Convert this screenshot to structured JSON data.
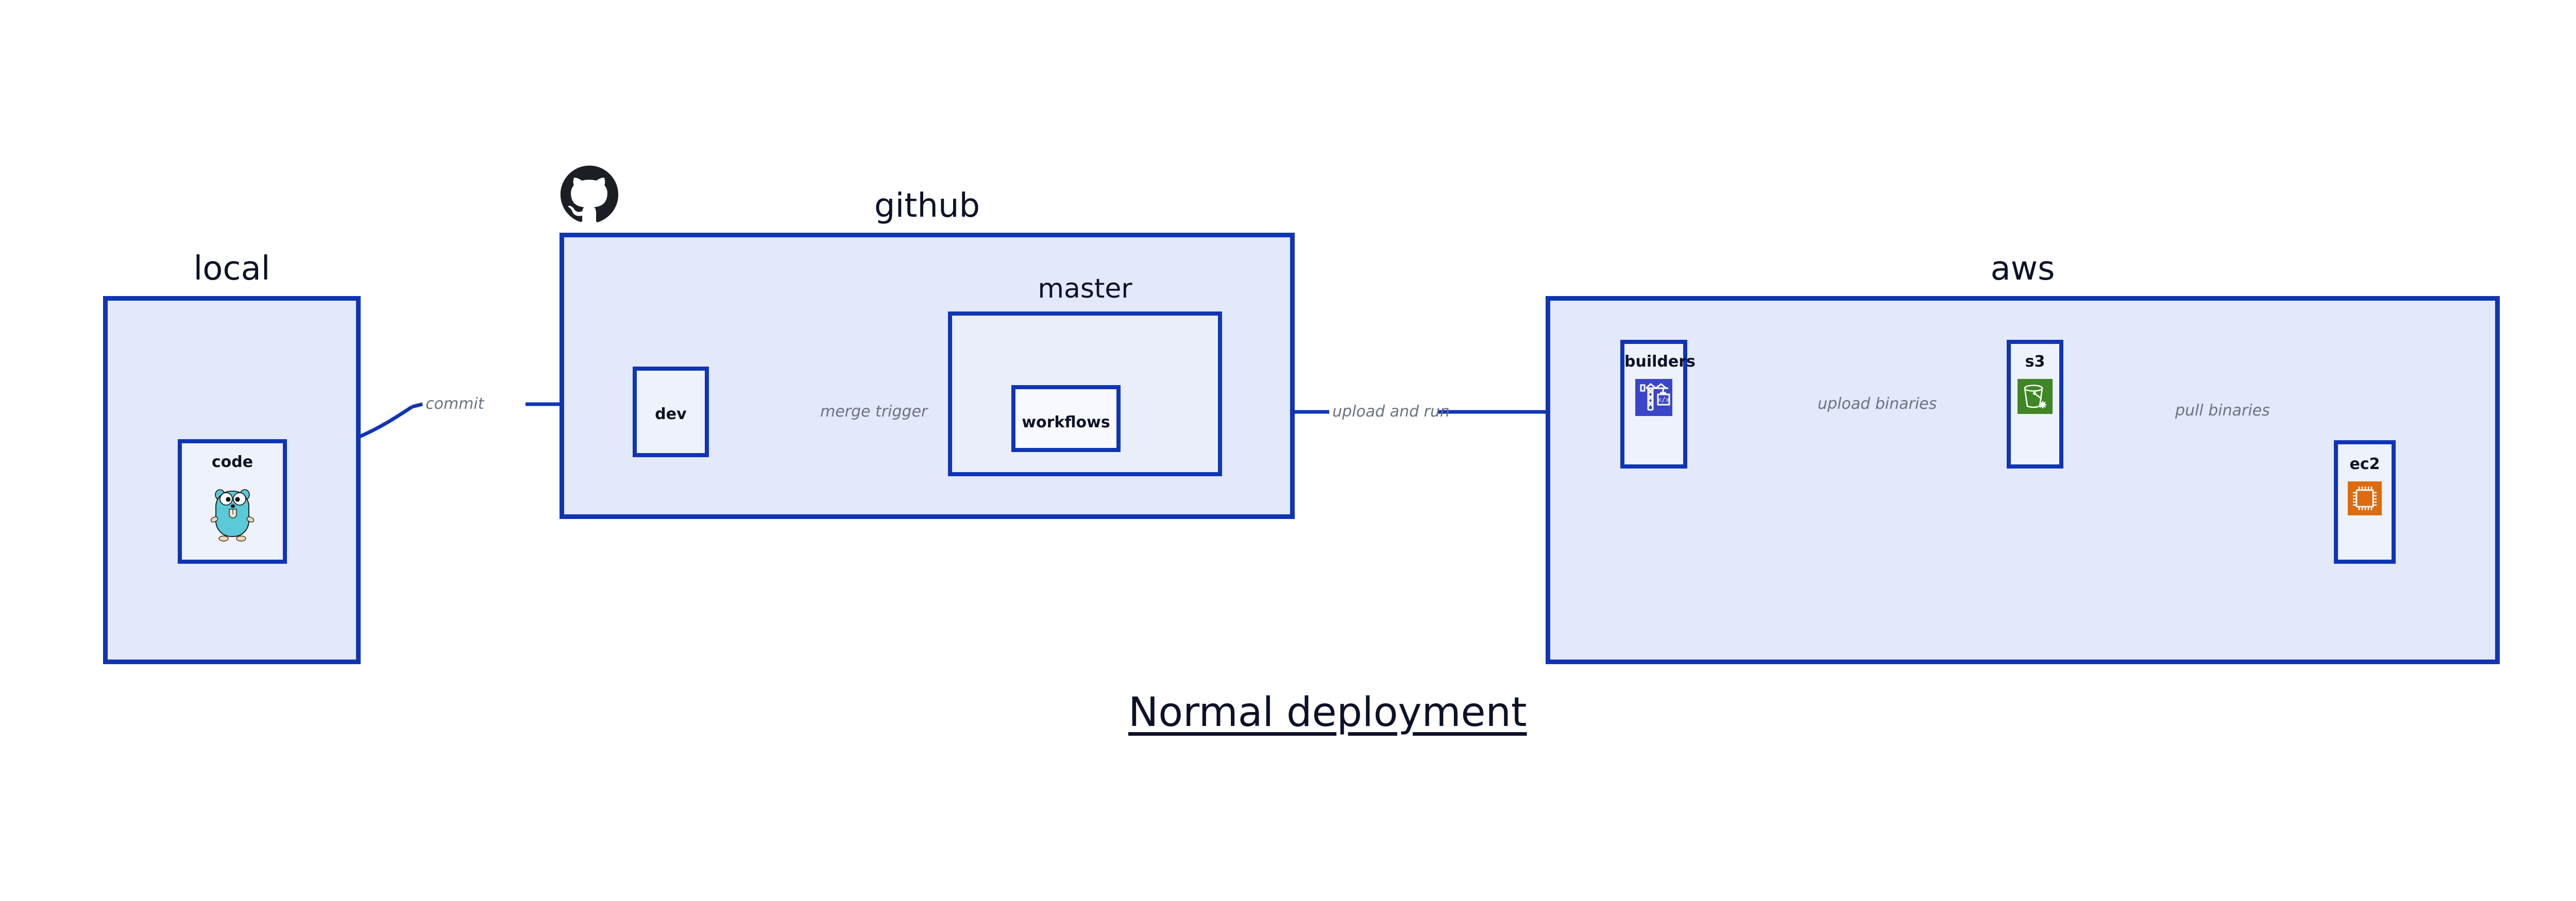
{
  "diagram": {
    "title": "Normal deployment",
    "colors": {
      "group_border": "#0f35b5",
      "group_fill": "#e3e8fa",
      "node_border": "#0f35b5",
      "node_fill": "#eef2fc",
      "edge_stroke": "#0f35b5",
      "edge_label_text": "#6b7280",
      "title_text": "#0d1128",
      "builders_icon_bg": "#3a46c8",
      "s3_icon_bg": "#3f8624",
      "ec2_icon_bg": "#dd6b10",
      "gopher_body": "#5ac9d8",
      "github_logo": "#1b1f23"
    },
    "groups": [
      {
        "id": "local",
        "label": "local"
      },
      {
        "id": "github",
        "label": "github",
        "logo": "github-octocat-icon"
      },
      {
        "id": "master",
        "label": "master"
      },
      {
        "id": "aws",
        "label": "aws"
      }
    ],
    "nodes": [
      {
        "id": "code",
        "label": "code",
        "icon": "go-gopher-icon",
        "group": "local"
      },
      {
        "id": "dev",
        "label": "dev",
        "icon": null,
        "group": "github"
      },
      {
        "id": "workflows",
        "label": "workflows",
        "icon": null,
        "group": "master"
      },
      {
        "id": "builders",
        "label": "builders",
        "icon": "crane-code-icon",
        "group": "aws"
      },
      {
        "id": "s3",
        "label": "s3",
        "icon": "s3-bucket-icon",
        "group": "aws"
      },
      {
        "id": "ec2",
        "label": "ec2",
        "icon": "cpu-chip-icon",
        "group": "aws"
      }
    ],
    "edges": [
      {
        "id": "commit",
        "label": "commit",
        "from": "code",
        "to": "dev"
      },
      {
        "id": "merge-trigger",
        "label": "merge trigger",
        "from": "dev",
        "to": "workflows"
      },
      {
        "id": "upload-and-run",
        "label": "upload and run",
        "from": "workflows",
        "to": "builders"
      },
      {
        "id": "upload-binaries",
        "label": "upload binaries",
        "from": "builders",
        "to": "s3"
      },
      {
        "id": "pull-binaries",
        "label": "pull binaries",
        "from": "s3",
        "to": "ec2"
      }
    ]
  }
}
